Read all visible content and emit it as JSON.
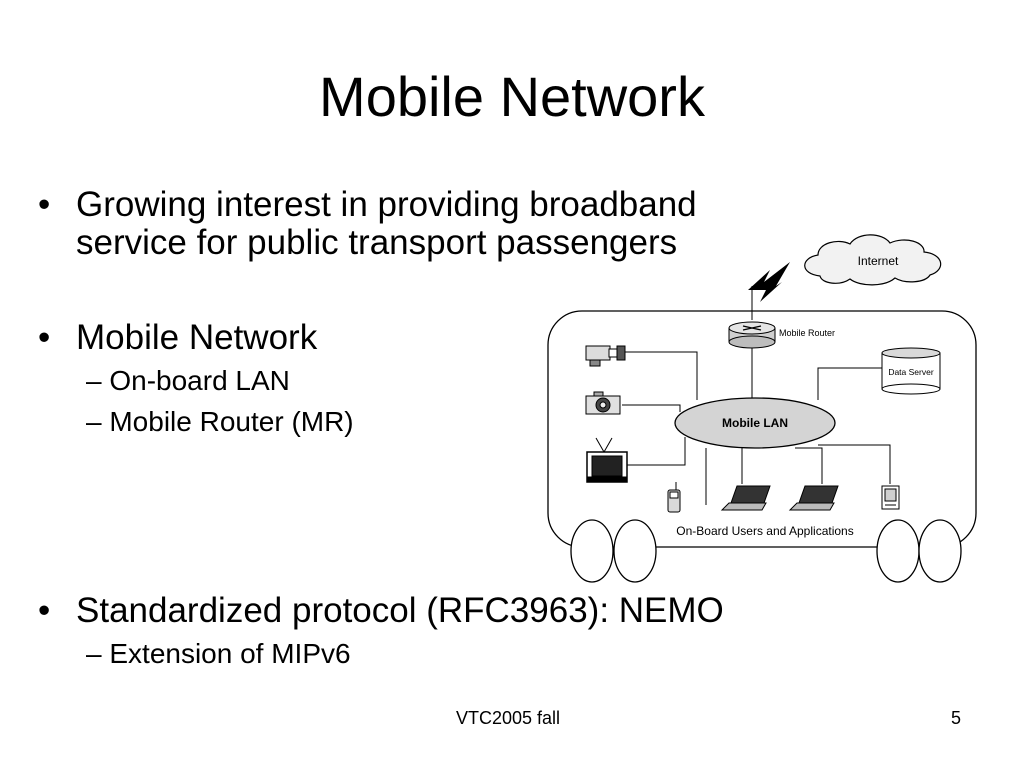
{
  "slide": {
    "title": "Mobile Network",
    "bullets": [
      {
        "line1": "Growing interest in providing broadband",
        "line2": "service for public transport passengers"
      },
      {
        "text": "Mobile Network",
        "subs": [
          "On-board LAN",
          "Mobile Router (MR)"
        ]
      },
      {
        "text": "Standardized protocol (RFC3963): NEMO",
        "subs": [
          "Extension of MIPv6"
        ]
      }
    ],
    "bullet_glyph": "•",
    "dash_glyph": "–"
  },
  "diagram": {
    "internet": "Internet",
    "mobile_router": "Mobile Router",
    "data_server": "Data Server",
    "mobile_lan": "Mobile LAN",
    "users": "On-Board Users and Applications",
    "icons": [
      "cloud-icon",
      "lightning-icon",
      "router-icon",
      "database-icon",
      "camcorder-icon",
      "camera-icon",
      "tv-icon",
      "cellphone-icon",
      "laptop-icon",
      "pda-icon",
      "wheel-icon"
    ]
  },
  "footer": {
    "center": "VTC2005 fall",
    "page": "5"
  }
}
